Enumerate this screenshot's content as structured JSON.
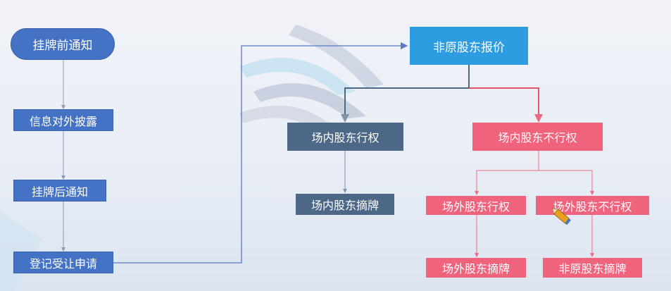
{
  "left_flow": {
    "start": "挂牌前通知",
    "step1": "信息对外披露",
    "step2": "挂牌后通知",
    "step3": "登记受让申请"
  },
  "right_flow": {
    "quote": "非原股东报价",
    "inside_exercise": "场内股东行权",
    "inside_not_exercise": "场内股东不行权",
    "inside_delist": "场内股东摘牌",
    "outside_exercise": "场外股东行权",
    "outside_not_exercise": "场外股东不行权",
    "outside_delist": "场外股东摘牌",
    "non_original_delist": "非原股东摘牌"
  },
  "colors": {
    "blue": "#4472c4",
    "cyan": "#2e9ce0",
    "slate": "#4d6887",
    "pink": "#f0637c"
  }
}
